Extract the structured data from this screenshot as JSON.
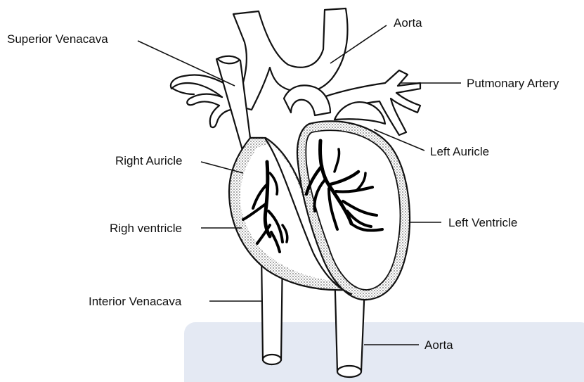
{
  "labels": {
    "superior_venacava": "Superior Venacava",
    "aorta_top": "Aorta",
    "pulmonary_artery": "Putmonary Artery",
    "right_auricle": "Right Auricle",
    "left_auricle": "Left Auricle",
    "right_ventricle": "Righ ventricle",
    "left_ventricle": "Left Ventricle",
    "interior_venacava": "Interior Venacava",
    "aorta_bottom": "Aorta"
  },
  "colors": {
    "ink": "#111111",
    "background": "#ffffff",
    "overlay_panel": "#e4e9f3",
    "stipple": "#8a8a8a"
  }
}
